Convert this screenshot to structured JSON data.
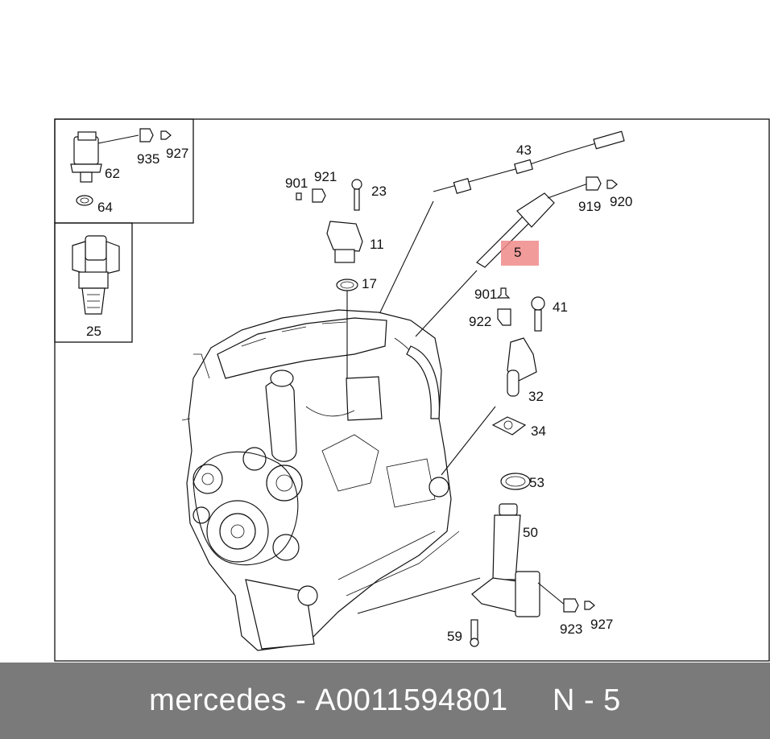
{
  "labels": {
    "l62": "62",
    "l935": "935",
    "l927a": "927",
    "l64": "64",
    "l25": "25",
    "l901a": "901",
    "l921": "921",
    "l23": "23",
    "l11": "11",
    "l17": "17",
    "l43": "43",
    "l919": "919",
    "l920": "920",
    "l5": "5",
    "l901b": "901",
    "l922": "922",
    "l41": "41",
    "l32": "32",
    "l34": "34",
    "l53": "53",
    "l50": "50",
    "l59": "59",
    "l923": "923",
    "l927b": "927"
  },
  "highlight": {
    "part": "5",
    "color": "#f08a8a"
  },
  "footer": {
    "brand": "mercedes",
    "separator": "-",
    "part_number": "A0011594801",
    "position_label": "N - 5"
  }
}
